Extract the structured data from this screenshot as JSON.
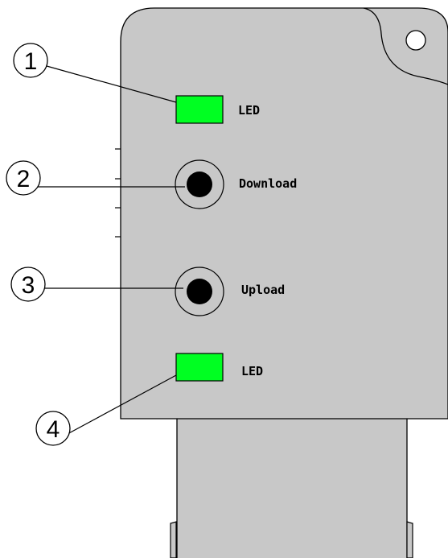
{
  "colors": {
    "device_body": "#c8c8c8",
    "device_outline": "#000000",
    "led": "#00ff22",
    "button": "#000000",
    "background": "#ffffff"
  },
  "labels": {
    "led_top": "LED",
    "download": "Download",
    "upload": "Upload",
    "led_bottom": "LED"
  },
  "callouts": {
    "c1": "1",
    "c2": "2",
    "c3": "3",
    "c4": "4"
  }
}
